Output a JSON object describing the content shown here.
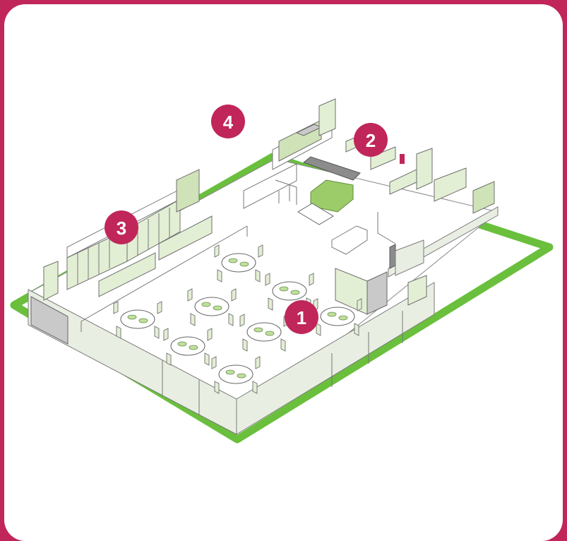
{
  "colors": {
    "frame": "#c0265a",
    "card": "#ffffff",
    "outline": "#6abf3c",
    "accent_light": "#e3efd4",
    "marker": "#c0265a"
  },
  "markers": [
    {
      "id": "dining-area",
      "label": "1"
    },
    {
      "id": "kitchen-area",
      "label": "2"
    },
    {
      "id": "storage-area",
      "label": "3"
    },
    {
      "id": "outdoor-area",
      "label": "4"
    }
  ]
}
